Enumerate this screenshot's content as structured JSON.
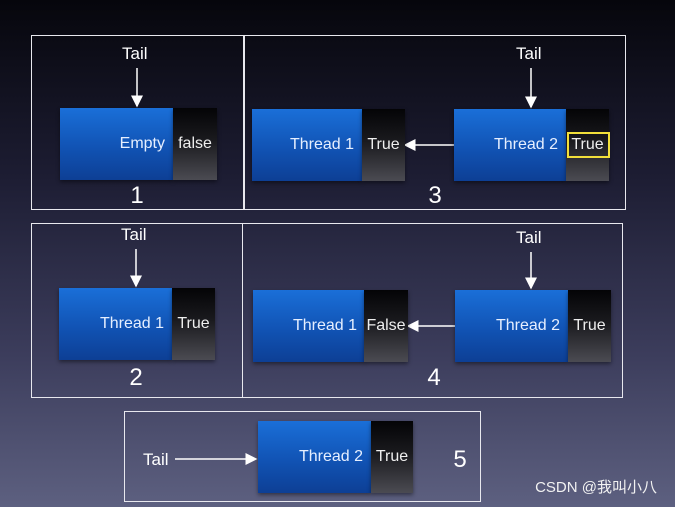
{
  "tail_label": "Tail",
  "panel1": {
    "number": "1",
    "node": "Empty",
    "flag": "false"
  },
  "panel2": {
    "number": "2",
    "node": "Thread 1",
    "flag": "True"
  },
  "panel3": {
    "number": "3",
    "left": {
      "node": "Thread 1",
      "flag": "True"
    },
    "right": {
      "node": "Thread 2",
      "flag": "True"
    }
  },
  "panel4": {
    "number": "4",
    "left": {
      "node": "Thread 1",
      "flag": "False"
    },
    "right": {
      "node": "Thread 2",
      "flag": "True"
    }
  },
  "panel5": {
    "number": "5",
    "node": "Thread 2",
    "flag": "True"
  },
  "watermark": "CSDN @我叫小八"
}
